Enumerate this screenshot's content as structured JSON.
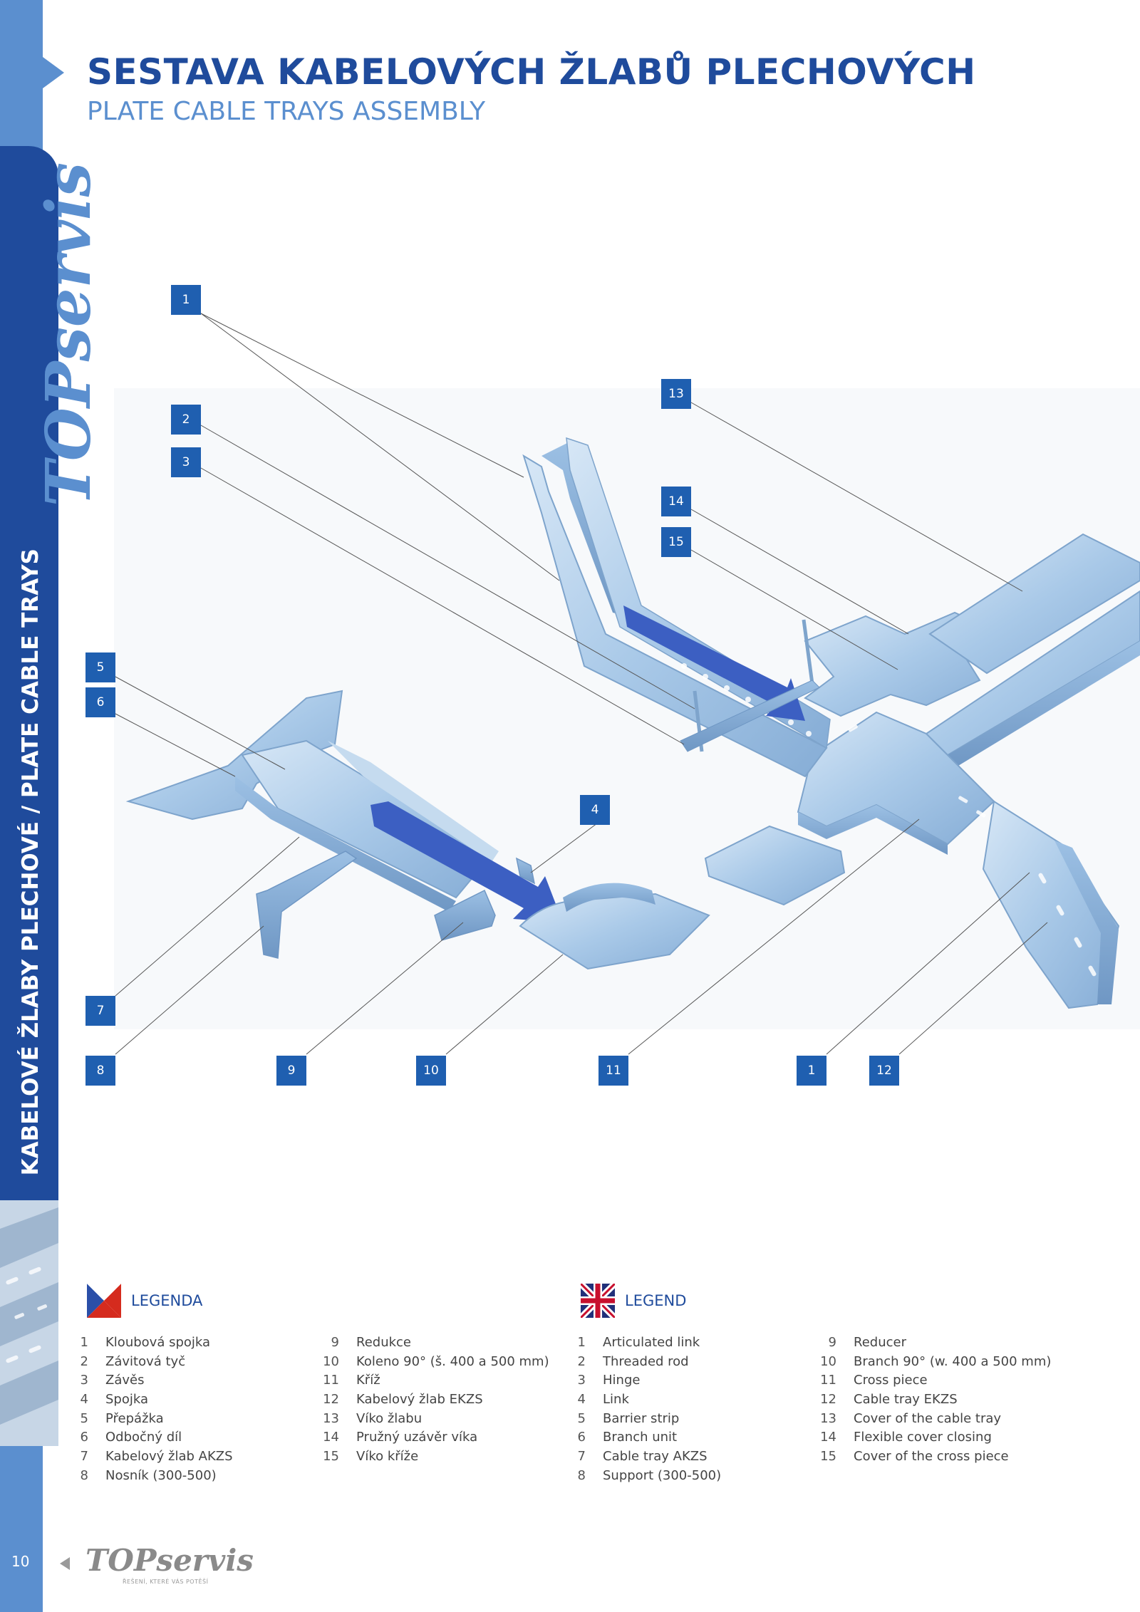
{
  "header": {
    "title": "SESTAVA KABELOVÝCH ŽLABŮ PLECHOVÝCH",
    "subtitle": "PLATE CABLE TRAYS ASSEMBLY"
  },
  "sidebar": {
    "logo_text": "TOPservis",
    "section_title": "KABELOVÉ ŽLABY PLECHOVÉ / PLATE CABLE TRAYS"
  },
  "diagram": {
    "callouts": [
      "1",
      "2",
      "3",
      "13",
      "14",
      "15",
      "5",
      "6",
      "4",
      "7",
      "8",
      "9",
      "10",
      "11",
      "1",
      "12"
    ]
  },
  "legend_cz": {
    "title": "LEGENDA",
    "items": [
      {
        "num": "1",
        "text": "Kloubová spojka"
      },
      {
        "num": "2",
        "text": "Závitová tyč"
      },
      {
        "num": "3",
        "text": "Závěs"
      },
      {
        "num": "4",
        "text": "Spojka"
      },
      {
        "num": "5",
        "text": "Přepážka"
      },
      {
        "num": "6",
        "text": "Odbočný díl"
      },
      {
        "num": "7",
        "text": "Kabelový žlab AKZS"
      },
      {
        "num": "8",
        "text": "Nosník (300-500)"
      },
      {
        "num": "9",
        "text": "Redukce"
      },
      {
        "num": "10",
        "text": "Koleno 90° (š. 400 a 500 mm)"
      },
      {
        "num": "11",
        "text": "Kříž"
      },
      {
        "num": "12",
        "text": "Kabelový žlab EKZS"
      },
      {
        "num": "13",
        "text": "Víko žlabu"
      },
      {
        "num": "14",
        "text": "Pružný uzávěr víka"
      },
      {
        "num": "15",
        "text": "Víko kříže"
      }
    ]
  },
  "legend_en": {
    "title": "LEGEND",
    "items": [
      {
        "num": "1",
        "text": "Articulated link"
      },
      {
        "num": "2",
        "text": "Threaded rod"
      },
      {
        "num": "3",
        "text": "Hinge"
      },
      {
        "num": "4",
        "text": "Link"
      },
      {
        "num": "5",
        "text": "Barrier strip"
      },
      {
        "num": "6",
        "text": "Branch unit"
      },
      {
        "num": "7",
        "text": "Cable tray AKZS"
      },
      {
        "num": "8",
        "text": "Support (300-500)"
      },
      {
        "num": "9",
        "text": "Reducer"
      },
      {
        "num": "10",
        "text": "Branch 90° (w. 400 a 500 mm)"
      },
      {
        "num": "11",
        "text": "Cross piece"
      },
      {
        "num": "12",
        "text": "Cable tray EKZS"
      },
      {
        "num": "13",
        "text": "Cover of the cable tray"
      },
      {
        "num": "14",
        "text": "Flexible cover closing"
      },
      {
        "num": "15",
        "text": "Cover of the cross piece"
      }
    ]
  },
  "footer": {
    "page_number": "10",
    "logo_text": "TOPservis",
    "tagline": "ŘEŠENÍ, KTERÉ VÁS POTĚŠÍ"
  },
  "colors": {
    "primary": "#1f4b9c",
    "accent": "#5b8fcf",
    "callout": "#1f5fb0",
    "metal": "#b9d3ec"
  }
}
